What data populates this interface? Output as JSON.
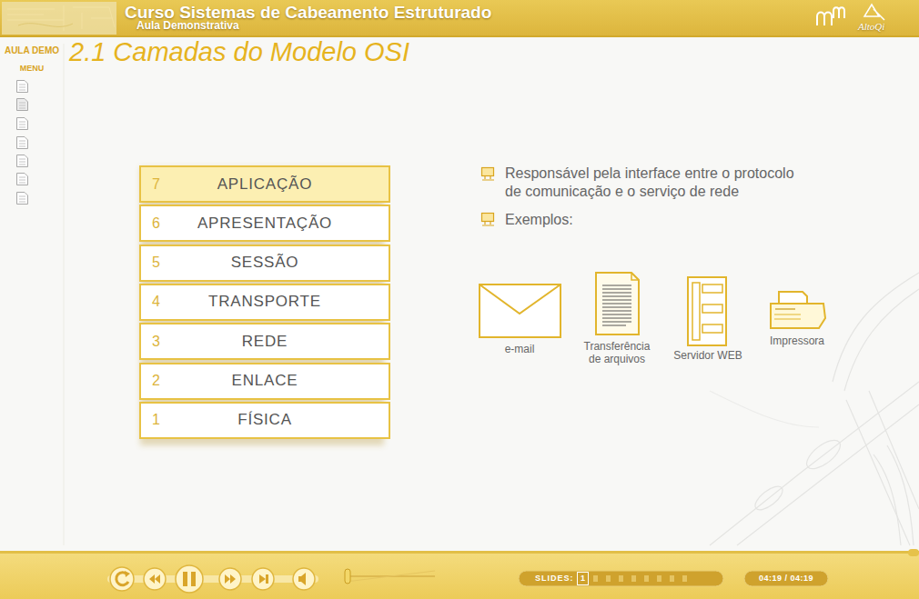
{
  "diagram": {
    "title": "2.1 Camadas do Modelo OSI",
    "nodes": [
      {
        "text": [
          "7",
          "APLICAÇÃO"
        ]
      },
      {
        "text": [
          "6",
          "APRESENTAÇÃO"
        ]
      },
      {
        "text": [
          "5",
          "SESSÃO"
        ]
      },
      {
        "text": [
          "4",
          "TRANSPORTE"
        ]
      },
      {
        "text": [
          "3",
          "REDE"
        ]
      },
      {
        "text": [
          "2",
          "ENLACE"
        ]
      },
      {
        "text": [
          "1",
          "FÍSICA"
        ]
      }
    ],
    "labels": [
      "Curso Sistemas de Cabeamento Estruturado",
      "Aula Demonstrativa",
      "AltoQi",
      "AULA DEMO",
      "MENU",
      "Responsável pela interface entre o protocolo de comunicação e o serviço de rede",
      "Exemplos:",
      "e-mail",
      "Transferência de arquivos",
      "Servidor WEB",
      "Impressora",
      "SLIDES:",
      "1",
      "04:19 / 04:19"
    ]
  }
}
